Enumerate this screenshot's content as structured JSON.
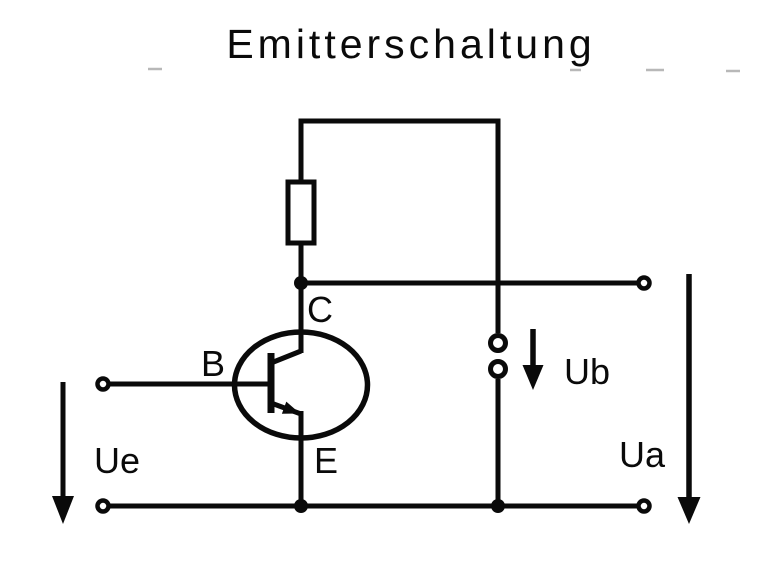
{
  "title": "Emitterschaltung",
  "labels": {
    "base": "B",
    "collector": "C",
    "emitter": "E",
    "input_voltage": "Ue",
    "supply_voltage": "Ub",
    "output_voltage": "Ua"
  },
  "colors": {
    "ink": "#0a0a0a",
    "background": "#ffffff",
    "artifact_gray": "#b8b8b8"
  }
}
